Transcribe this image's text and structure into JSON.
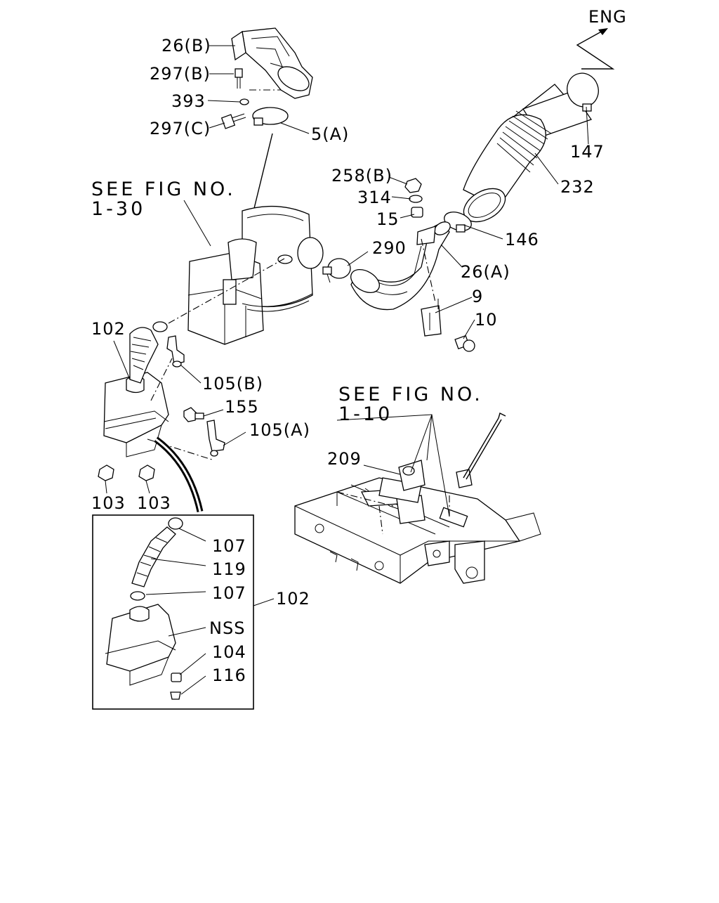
{
  "direction_label": "ENG",
  "references": {
    "upper": {
      "line1": "SEE FIG NO.",
      "line2": "1-30"
    },
    "lower": {
      "line1": "SEE FIG NO.",
      "line2": "1-10"
    }
  },
  "callouts": {
    "c26b": "26(B)",
    "c297b": "297(B)",
    "c393": "393",
    "c297c": "297(C)",
    "c5a": "5(A)",
    "c147": "147",
    "c232": "232",
    "c258b": "258(B)",
    "c314": "314",
    "c15": "15",
    "c146": "146",
    "c290": "290",
    "c26a": "26(A)",
    "c9": "9",
    "c10": "10",
    "c102_top": "102",
    "c105b": "105(B)",
    "c155": "155",
    "c105a": "105(A)",
    "c103_left": "103",
    "c103_right": "103",
    "c209": "209"
  },
  "detail_box": {
    "label": "102",
    "callouts": {
      "c107_top": "107",
      "c119": "119",
      "c107_bottom": "107",
      "cnss": "NSS",
      "c104": "104",
      "c116": "116"
    }
  }
}
